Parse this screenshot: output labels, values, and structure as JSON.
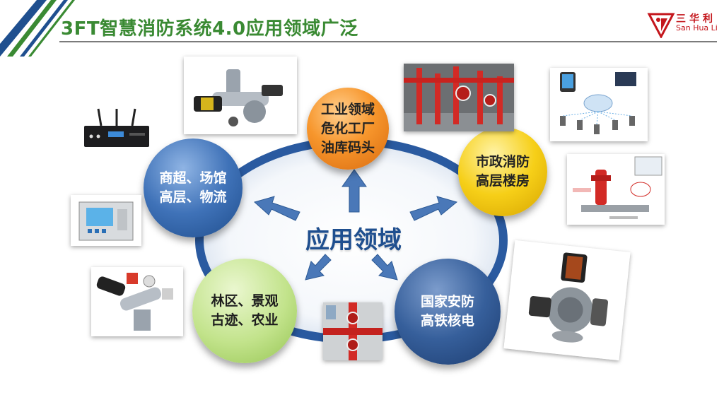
{
  "header": {
    "title": "3FT智慧消防系统4.0应用领域广泛"
  },
  "logo": {
    "name_cn": "三华利",
    "name_en": "San Hua Li"
  },
  "center_label": "应用领域",
  "circles": {
    "top": {
      "line1": "工业领域",
      "line2": "危化工厂",
      "line3": "油库码头"
    },
    "left": {
      "line1": "商超、场馆",
      "line2": "高层、物流"
    },
    "right": {
      "line1": "市政消防",
      "line2": "高层楼房"
    },
    "bottom_left": {
      "line1": "林区、景观",
      "line2": "古迹、农业"
    },
    "bottom_right": {
      "line1": "国家安防",
      "line2": "高铁核电"
    }
  },
  "colors": {
    "title_green": "#3a8a33",
    "brand_red": "#c4161c",
    "ring_blue": "#2a5aa0",
    "orange": "#f7962c",
    "yellow": "#f6cf18",
    "light_green": "#c2e38b",
    "navy": "#365f9b"
  },
  "icons": {
    "logo": "triangle-logo-icon",
    "arrows": [
      "arrow-up-icon",
      "arrow-left-icon",
      "arrow-right-icon",
      "arrow-down-left-icon",
      "arrow-down-right-icon"
    ]
  }
}
